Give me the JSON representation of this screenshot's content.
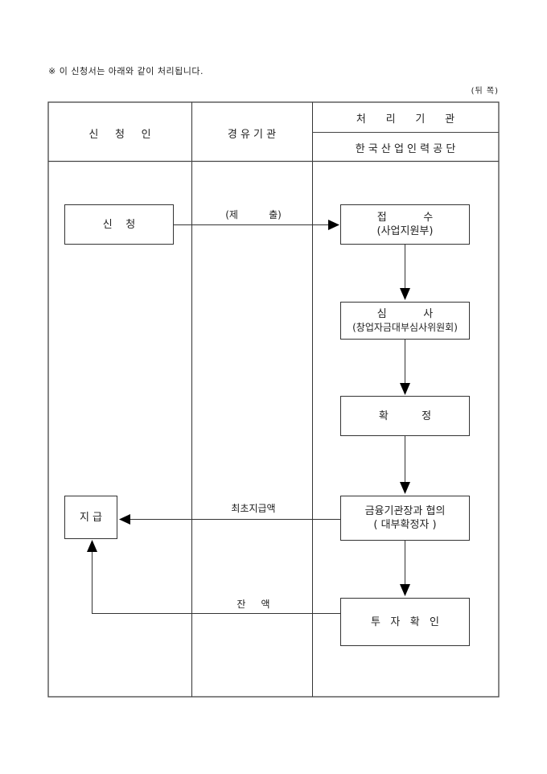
{
  "header_note": "※ 이 신청서는 아래와 같이 처리됩니다.",
  "side_label": "(뒤 쪽)",
  "columns": {
    "applicant": "신     청     인",
    "intermediary": "경 유 기 관",
    "processor": "처      리      기      관",
    "processor_org": "한 국 산 업 인 력 공 단"
  },
  "boxes": {
    "apply": "신    청",
    "receive_line1": "접           수",
    "receive_line2": "(사업지원부)",
    "review_line1": "심           사",
    "review_line2": "(창업자금대부심사위원회)",
    "confirm": "확          정",
    "consult_line1": "금융기관장과 협의",
    "consult_line2": "( 대부확정자 )",
    "invest_check": "투   자   확   인",
    "payment": "지 급"
  },
  "arrow_labels": {
    "submit": "(제          출)",
    "initial_payment": "최초지급액",
    "balance": "잔     액"
  }
}
